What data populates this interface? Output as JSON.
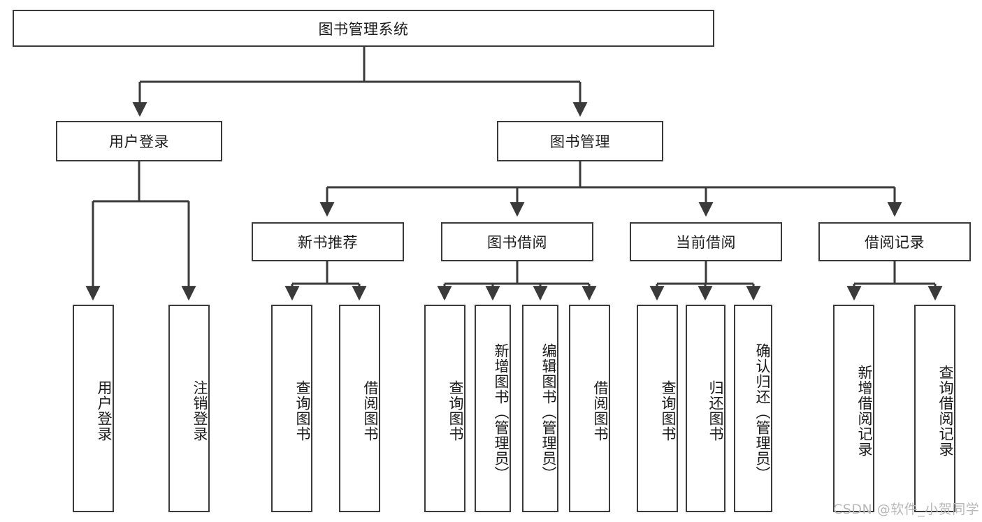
{
  "diagram": {
    "title": "图书管理系统",
    "type": "tree-hierarchy",
    "root": {
      "label": "图书管理系统"
    },
    "level2": [
      {
        "label": "用户登录"
      },
      {
        "label": "图书管理"
      }
    ],
    "level3": [
      {
        "label": "新书推荐"
      },
      {
        "label": "图书借阅"
      },
      {
        "label": "当前借阅"
      },
      {
        "label": "借阅记录"
      }
    ],
    "leaves": {
      "user_login": [
        {
          "label": "用户登录"
        },
        {
          "label": "注销登录"
        }
      ],
      "new_book_recommend": [
        {
          "label": "查询图书"
        },
        {
          "label": "借阅图书"
        }
      ],
      "book_borrow": [
        {
          "label": "查询图书"
        },
        {
          "label": "新增图书（管理员）"
        },
        {
          "label": "编辑图书（管理员）"
        },
        {
          "label": "借阅图书"
        }
      ],
      "current_borrow": [
        {
          "label": "查询图书"
        },
        {
          "label": "归还图书"
        },
        {
          "label": "确认归还（管理员）"
        }
      ],
      "borrow_record": [
        {
          "label": "新增借阅记录"
        },
        {
          "label": "查询借阅记录"
        }
      ]
    }
  },
  "watermark": {
    "text": "CSDN @软件_小贺同学"
  },
  "colors": {
    "stroke": "#3a3a3a",
    "fill": "#ffffff",
    "text": "#1a1a1a",
    "watermark": "#b8b8b8"
  }
}
